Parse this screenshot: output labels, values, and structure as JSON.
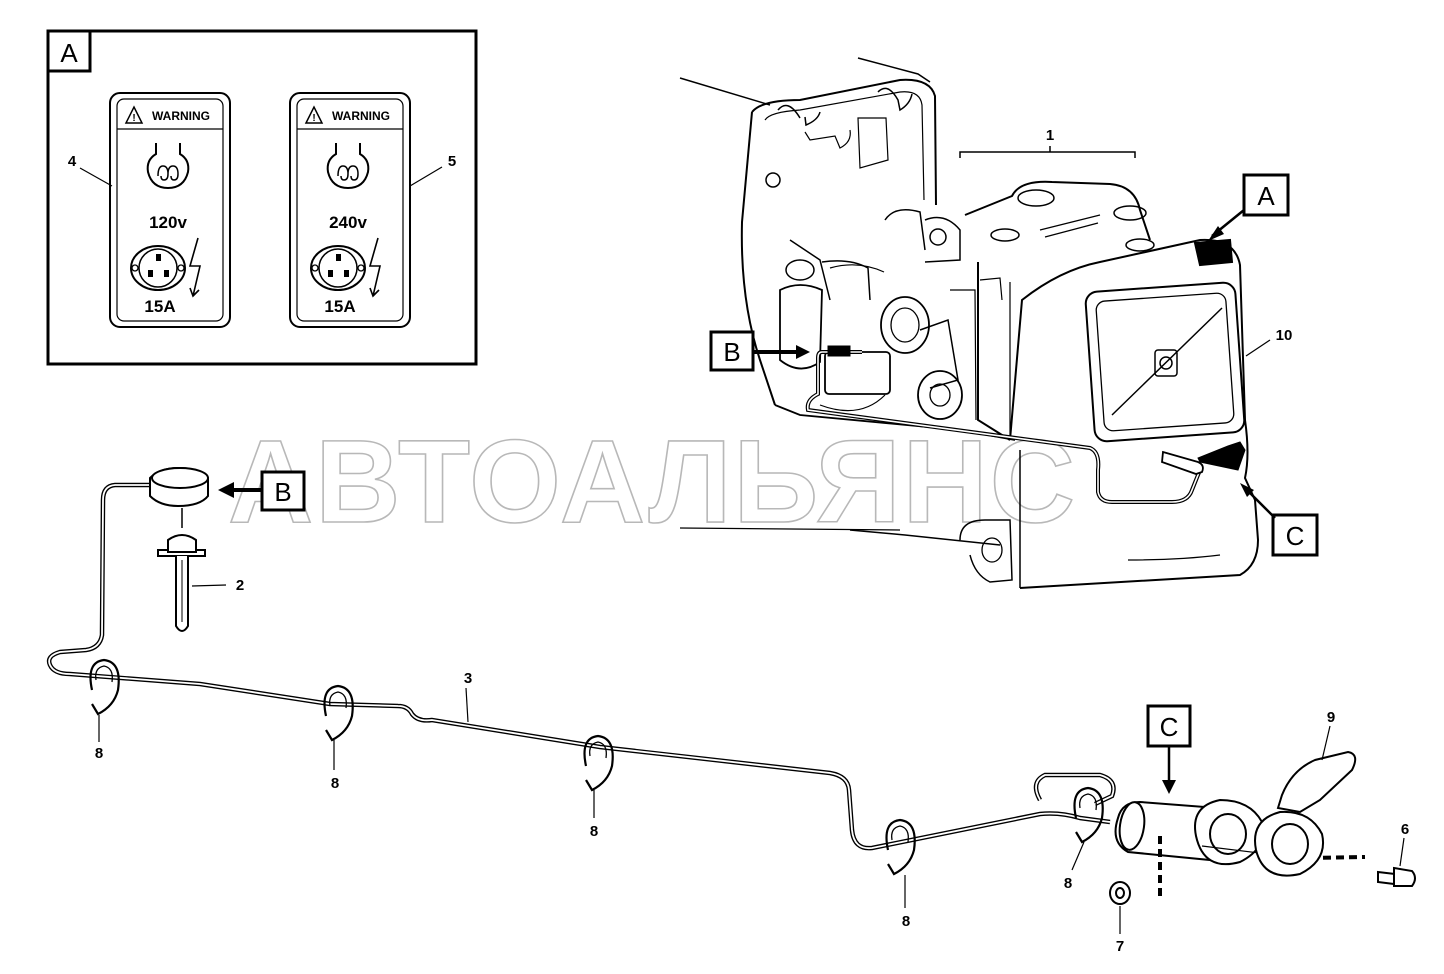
{
  "callouts": {
    "detail_a": "A",
    "detail_b": "B",
    "detail_c": "C"
  },
  "parts": {
    "p1": "1",
    "p2": "2",
    "p3": "3",
    "p4": "4",
    "p5": "5",
    "p6": "6",
    "p7": "7",
    "p8": "8",
    "p9": "9",
    "p10": "10"
  },
  "labels": {
    "label_120": {
      "warning": "WARNING",
      "voltage": "120v",
      "amperage": "15A"
    },
    "label_240": {
      "warning": "WARNING",
      "voltage": "240v",
      "amperage": "15A"
    }
  },
  "watermark": "АВТОАЛЬЯНС"
}
